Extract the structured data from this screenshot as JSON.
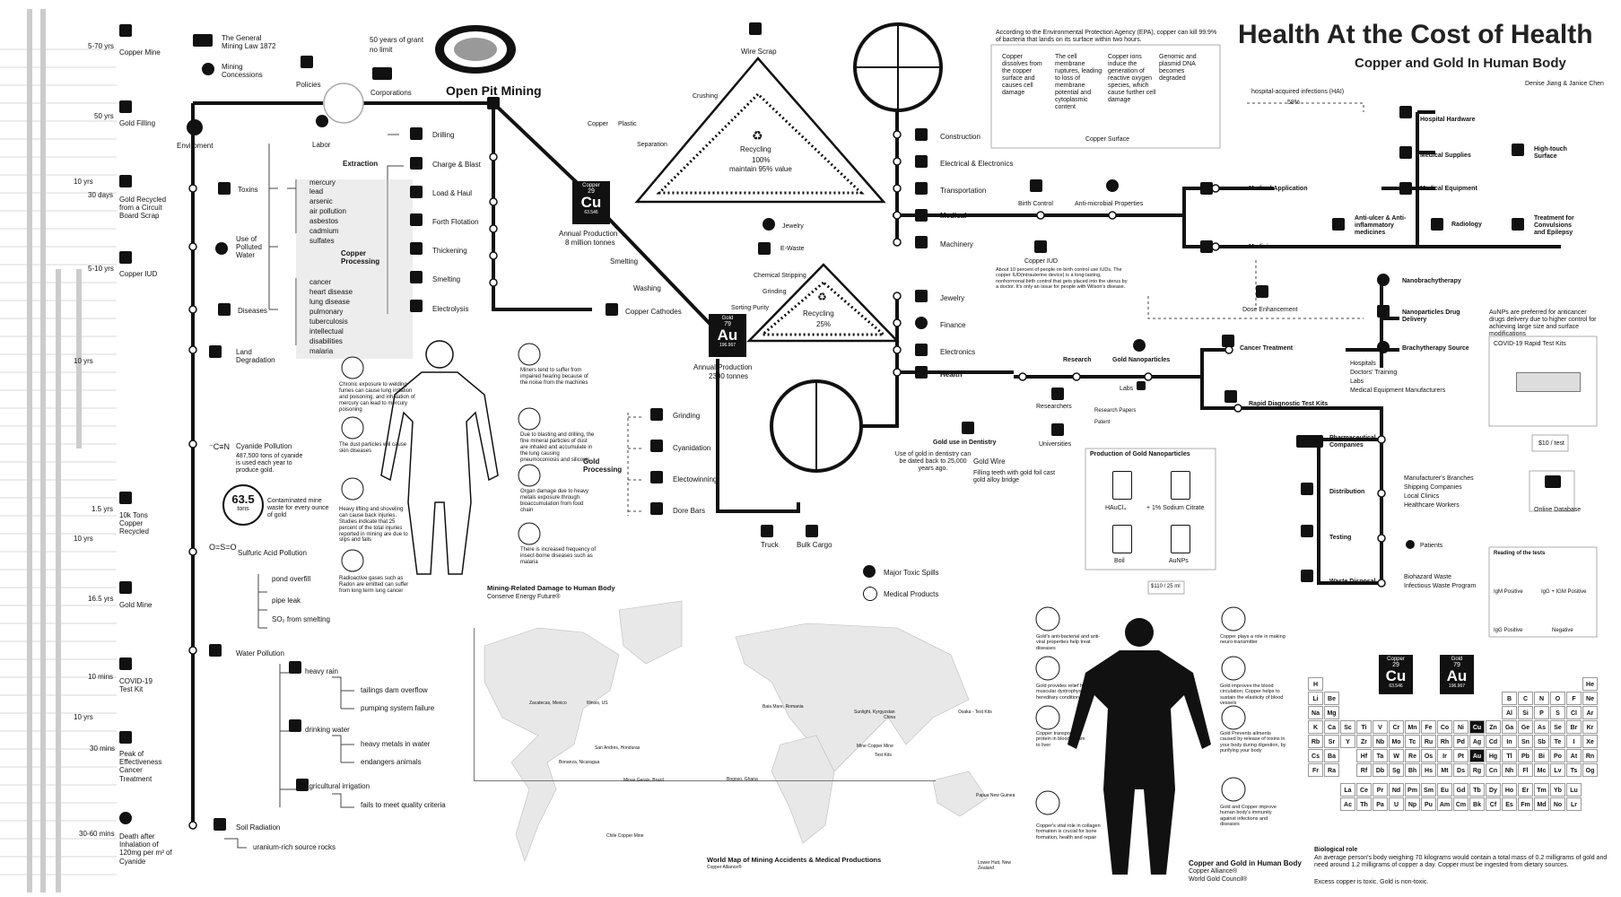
{
  "title": "Health At the Cost of Health",
  "subtitle": "Copper and Gold In Human Body",
  "authors": "Denise Jiang & Janice Chen",
  "timeline": [
    {
      "time": "5-70 yrs",
      "label": "Copper Mine",
      "icon": "copper-mine-icon"
    },
    {
      "time": "50 yrs",
      "label": "Gold Filling",
      "icon": "tooth-icon"
    },
    {
      "time": "10 yrs",
      "label": "",
      "icon": ""
    },
    {
      "time": "30 days",
      "label": "Gold Recycled from a Circuit Board Scrap",
      "icon": "chip-icon"
    },
    {
      "time": "5-10 yrs",
      "label": "Copper IUD",
      "icon": "iud-icon"
    },
    {
      "time": "10 yrs",
      "label": "",
      "icon": ""
    },
    {
      "time": "1.5 yrs",
      "label": "10k Tons Copper Recycled",
      "icon": "recycle-icon"
    },
    {
      "time": "10 yrs",
      "label": "",
      "icon": ""
    },
    {
      "time": "16.5 yrs",
      "label": "Gold Mine",
      "icon": "gold-mine-icon"
    },
    {
      "time": "10 mins",
      "label": "COVID-19 Test Kit",
      "icon": "test-kit-icon"
    },
    {
      "time": "10 yrs",
      "label": "",
      "icon": ""
    },
    {
      "time": "30 mins",
      "label": "Peak of Effectiveness Cancer Treatment",
      "icon": "pill-icon"
    },
    {
      "time": "30-60 mins",
      "label": "Death after Inhalation of 120mg per m³ of Cyanide",
      "icon": "drop-icon"
    }
  ],
  "mining": {
    "law": "The General Mining Law 1872",
    "concessions": "Mining Concessions",
    "policies": "Policies",
    "grant": "50 years of grant",
    "nolimit": "no limit",
    "corporations": "Corporations",
    "openpit": "Open Pit Mining",
    "labor": "Labor",
    "environment": "Enviroment"
  },
  "environment": {
    "toxins": "Toxins",
    "toxins_list": [
      "mercury",
      "lead",
      "arsenic",
      "air pollution",
      "asbestos",
      "cadmium",
      "sulfates"
    ],
    "polluted_water": "Use of Polluted Water",
    "diseases": "Diseases",
    "diseases_list": [
      "cancer",
      "heart disease",
      "lung disease",
      "pulmonary",
      "tuberculosis",
      "intellectual",
      "disabilities",
      "malaria"
    ],
    "land": "Land Degradation",
    "cyanide_title": "Cyanide Pollution",
    "cyanide_desc": "487,500 tons of cyanide is used each year to produce gold.",
    "cyanide_tons": "63.5",
    "cyanide_unit": "tons",
    "cyanide_waste": "Contaminated mine waste for every ounce of gold",
    "sulfuric": "Sulfuric Acid Pollution",
    "sulfuric_list": [
      "pond overfill",
      "pipe leak",
      "SO₂ from smelting"
    ],
    "water": "Water Pollution",
    "heavy_rain": "heavy rain",
    "heavy_rain_list": [
      "tailings dam overflow",
      "pumping system failure"
    ],
    "drinking": "drinking water",
    "drinking_list": [
      "heavy metals in water",
      "endangers animals"
    ],
    "irrigation": "agricultural irrigation",
    "irrigation_list": [
      "fails to meet quality criteria"
    ],
    "soil": "Soil Radiation",
    "soil_list": [
      "uranium-rich source rocks"
    ]
  },
  "copper_processing": {
    "extraction": "Extraction",
    "title": "Copper Processing",
    "steps": [
      "Drilling",
      "Charge & Blast",
      "Load & Haul",
      "Forth Flotation",
      "Thickening",
      "Smelting",
      "Electrolysis"
    ],
    "cathodes": "Copper Cathodes"
  },
  "copper": {
    "name": "Copper",
    "number": "29",
    "symbol": "Cu",
    "weight": "63.546",
    "prod_label": "Annual Production",
    "prod_value": "8 million tonnes"
  },
  "gold": {
    "name": "Gold",
    "number": "79",
    "symbol": "Au",
    "weight": "196.967",
    "prod_label": "Annual Production",
    "prod_value": "2300 tonnes"
  },
  "recycling_cu": {
    "label": "Recycling",
    "pct": "100%",
    "desc": "maintain 95% value",
    "wire": "Wire Scrap",
    "crushing": "Crushing",
    "copper": "Copper",
    "plastic": "Plastic",
    "separation": "Separation",
    "smelting": "Smelting",
    "washing": "Washing"
  },
  "recycling_au": {
    "label": "Recycling",
    "pct": "25%",
    "jewelry": "Jewelry",
    "ewaste": "E-Waste",
    "stripping": "Chemical Stripping",
    "grinding": "Grinding",
    "sorting": "Sorting Purity"
  },
  "gold_processing": {
    "title": "Gold Processing",
    "steps": [
      "Grinding",
      "Cyanidation",
      "Electowinning",
      "Dore Bars"
    ],
    "truck": "Truck",
    "cargo": "Bulk Cargo"
  },
  "copper_uses": [
    "Construction",
    "Electrical & Electronics",
    "Transportation",
    "Medical",
    "Machinery"
  ],
  "gold_uses": [
    "Jewelry",
    "Finance",
    "Electronics",
    "Health"
  ],
  "epa": {
    "intro": "According to the Environmental Protection Agency (EPA), copper can kill 99.9% of bacteria that lands on its surface within two hours.",
    "cols": [
      "Copper dissolves from the copper surface and causes cell damage",
      "The cell membrane ruptures, leading to loss of membrane potential and cytoplasmic content",
      "Copper ions induce the generation of reactive oxygen species, which cause further cell damage",
      "Genomic and plasmid DNA becomes degraded"
    ],
    "surface": "Copper Surface"
  },
  "medical": {
    "birth": "Birth Control",
    "antimicrobial": "Anti-microbial Properties",
    "iud": "Copper IUD",
    "iud_desc": "About 10 percent of people on birth control use IUDs. The copper IUD(intrauterine device) is a long-lasting, nonhormonal birth control that gets placed into the uterus by a doctor. It's only an issue for people with Wilson's disease.",
    "hai": "hospital-acquired infections (HAI)",
    "hai_pct": "58%",
    "application": "Medical Application",
    "hardware": "Hospital Hardware",
    "supplies": "Medical Supplies",
    "equipment": "Medical Equipment",
    "hightouch": "High-touch Surface",
    "medicine": "Medicine",
    "antiulcer": "Anti-ulcer & Anti-inflammatory medicines",
    "radiology": "Radiology",
    "convulsions": "Treatment for Convulsions and Epilepsy"
  },
  "gold_health": {
    "research": "Research",
    "nanoparticles": "Gold Nanoparticles",
    "labs": "Labs",
    "researchers": "Researchers",
    "papers": "Research Papers",
    "patent": "Patent",
    "universities": "Universities",
    "dentistry": "Gold use in Dentistry",
    "dentistry_desc": "Use of gold in dentistry can be dated back to 25,000 years ago.",
    "goldwire": "Gold Wire",
    "filling": "Filling teeth with gold foil cast gold alloy bridge",
    "dose": "Dose Enhancement",
    "nanobrachy": "Nanobrachytherapy",
    "drug": "Nanoparticles Drug Delivery",
    "brachysource": "Brachytherapy Source",
    "cancer": "Cancer Treatment",
    "aunps_note": "AuNPs are preferred for anticancer drugs delivery due to higher control for achieving large size and surface modifications",
    "hospitals": [
      "Hospitals",
      "Doctors' Training",
      "Labs",
      "Medical Equipment Manufacturers"
    ],
    "covid_kits": "COVID-19 Rapid Test Kits",
    "rapid": "Rapid Diagnostic Test Kits",
    "price_test": "$10 / test",
    "pharma": "Pharmaceutical Companies",
    "distribution": "Distribution",
    "branches": [
      "Manufacturer's Branches",
      "Shipping Companies",
      "Local Clinics",
      "Healthcare Workers"
    ],
    "online_db": "Online Database",
    "testing": "Testing",
    "patients": "Patients",
    "waste": "Waste Disposal",
    "waste_list": [
      "Biohazard Waste",
      "Infectious Waste Program"
    ],
    "reading": "Reading of the tests",
    "readings": [
      "IgM Positive",
      "IgG + IGM Positive",
      "IgG Positive",
      "Negative"
    ]
  },
  "production": {
    "title": "Production of Gold Nanoparticles",
    "steps": [
      "HAuCl₄",
      "+ 1% Sodium Citrate",
      "Boil",
      "AuNPs"
    ],
    "price": "$110 / 25 ml"
  },
  "body_damage": {
    "title": "Mining-Related Damage to Human Body",
    "source": "Conserve Energy Future®",
    "left": [
      "Chronic exposure to welding fumes can cause lung irritation and poisoning, and inhalation of mercury can lead to mercury poisoning",
      "The dust particles will cause skin diseases",
      "Heavy lifting and shoveling can cause back injuries. Studies indicate that 25 percent of the total injuries reported in mining are due to slips and falls",
      "Radioactive gases such as Radon are emitted can suffer from long term lung cancer"
    ],
    "right": [
      "Miners tend to suffer from impaired hearing because of the noise from the machines",
      "Due to blasting and drilling, the fine mineral particles of dust are inhaled and accumulate in the lung causing pneumoconiosis and silicosis",
      "Organ damage due to heavy metals exposure through bioaccumulation from food chain",
      "There is increased frequency of insect-borne diseases such as malaria"
    ]
  },
  "map": {
    "title": "World Map of Mining Accidents & Medical Productions",
    "source": "Copper Alliance®",
    "legend_toxic": "Major Toxic Spills",
    "legend_medical": "Medical Products",
    "places": [
      "Zacatecas, Mexico",
      "Illinois, US",
      "San Andres, Honduras",
      "Bonanza, Nicaragua",
      "Minas Gerais, Brazil",
      "Chile Copper Mine",
      "Baia Mare, Romania",
      "Bogoso, Ghana",
      "Sunlight, Kyrgyzstan",
      "China",
      "Osaka - Test Kits",
      "Mine Copper Mine",
      "Test Kits",
      "Papua New Guinea",
      "Lower Hutt, New Zealand"
    ]
  },
  "body_benefits": {
    "title": "Copper and Gold in Human Body",
    "source1": "Copper Alliance®",
    "source2": "World Gold Council®",
    "left": [
      "Gold's anti-bacterial and anti-viral properties help treat diseases",
      "Gold provides relief from muscular dystrophys hereditary condition",
      "Copper transports protein in bloodstream to liver",
      "Copper's vital role in collagen formation is crucial for bone formation, health and repair"
    ],
    "right": [
      "Copper plays a role in making neuro-transmitter",
      "Gold improves the blood circulation; Copper helps to sustain the elasticity of blood vessels",
      "Gold Prevents ailments caused by release of toxins in your body during digestion, by purifying your body",
      "Gold and Copper improve human body's immunity against infections and diseases"
    ]
  },
  "bio": {
    "title": "Biological role",
    "text": "An average person's body weighing 70 kilograms would contain a total mass of 0.2 milligrams of gold and need around 1.2 milligrams of copper a day. Copper must be ingested from dietary sources.",
    "note": "Excess copper is toxic. Gold is non-toxic."
  },
  "periodic_rows": [
    [
      "H",
      "",
      "",
      "",
      "",
      "",
      "",
      "",
      "",
      "",
      "",
      "",
      "",
      "",
      "",
      "",
      "",
      "He"
    ],
    [
      "Li",
      "Be",
      "",
      "",
      "",
      "",
      "",
      "",
      "",
      "",
      "",
      "",
      "B",
      "C",
      "N",
      "O",
      "F",
      "Ne"
    ],
    [
      "Na",
      "Mg",
      "",
      "",
      "",
      "",
      "",
      "",
      "",
      "",
      "",
      "",
      "Al",
      "Si",
      "P",
      "S",
      "Cl",
      "Ar"
    ],
    [
      "K",
      "Ca",
      "Sc",
      "Ti",
      "V",
      "Cr",
      "Mn",
      "Fe",
      "Co",
      "Ni",
      "Cu",
      "Zn",
      "Ga",
      "Ge",
      "As",
      "Se",
      "Br",
      "Kr"
    ],
    [
      "Rb",
      "Sr",
      "Y",
      "Zr",
      "Nb",
      "Mo",
      "Tc",
      "Ru",
      "Rh",
      "Pd",
      "Ag",
      "Cd",
      "In",
      "Sn",
      "Sb",
      "Te",
      "I",
      "Xe"
    ],
    [
      "Cs",
      "Ba",
      "",
      "Hf",
      "Ta",
      "W",
      "Re",
      "Os",
      "Ir",
      "Pt",
      "Au",
      "Hg",
      "Tl",
      "Pb",
      "Bi",
      "Po",
      "At",
      "Rn"
    ],
    [
      "Fr",
      "Ra",
      "",
      "Rf",
      "Db",
      "Sg",
      "Bh",
      "Hs",
      "Mt",
      "Ds",
      "Rg",
      "Cn",
      "Nh",
      "Fl",
      "Mc",
      "Lv",
      "Ts",
      "Og"
    ],
    [
      "",
      "",
      "La",
      "Ce",
      "Pr",
      "Nd",
      "Pm",
      "Sm",
      "Eu",
      "Gd",
      "Tb",
      "Dy",
      "Ho",
      "Er",
      "Tm",
      "Yb",
      "Lu",
      ""
    ],
    [
      "",
      "",
      "Ac",
      "Th",
      "Pa",
      "U",
      "Np",
      "Pu",
      "Am",
      "Cm",
      "Bk",
      "Cf",
      "Es",
      "Fm",
      "Md",
      "No",
      "Lr",
      ""
    ]
  ]
}
